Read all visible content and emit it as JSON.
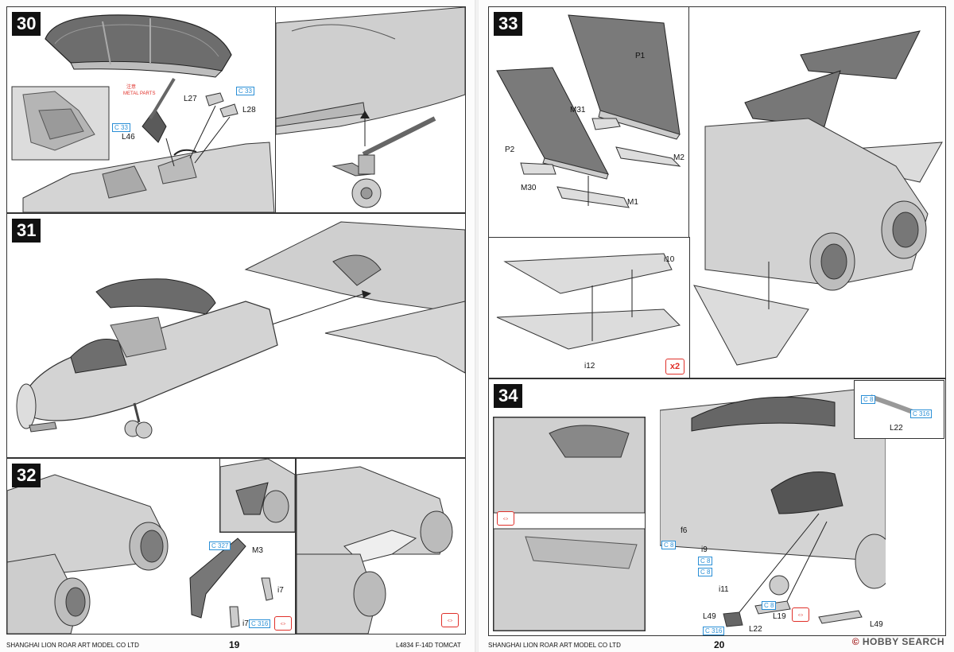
{
  "left_page": {
    "page_number": "19",
    "footer_left": "SHANGHAI LION ROAR ART MODEL CO LTD",
    "footer_right": "L4834 F-14D TOMCAT",
    "steps": {
      "s30": {
        "number": "30",
        "labels": {
          "metal_parts": "METAL PARTS",
          "metal_parts_cn": "注意",
          "c33a": "C 33",
          "c33b": "C 33",
          "l27": "L27",
          "l28": "L28",
          "l46": "L46"
        }
      },
      "s31": {
        "number": "31"
      },
      "s32": {
        "number": "32",
        "labels": {
          "c327": "C 327",
          "m3": "M3",
          "i7a": "i7",
          "i7b": "i7",
          "c316": "C 316"
        }
      }
    }
  },
  "right_page": {
    "page_number": "20",
    "footer_left": "SHANGHAI LION ROAR ART MODEL CO LTD",
    "watermark_brand": "HOBBY SEARCH",
    "watermark_prefix": "©",
    "steps": {
      "s33": {
        "number": "33",
        "labels": {
          "p1": "P1",
          "p2": "P2",
          "m31": "M31",
          "m30": "M30",
          "m2": "M2",
          "m1": "M1",
          "i10": "i10",
          "i12": "i12",
          "x2": "x2"
        }
      },
      "s34": {
        "number": "34",
        "labels": {
          "c8a": "C 8",
          "c8b": "C 8",
          "c8c": "C 8",
          "c8d": "C 8",
          "c8e": "C 8",
          "c316a": "C 316",
          "c316b": "C 316",
          "f6": "f6",
          "i9": "i9",
          "i11": "i11",
          "l49a": "L49",
          "l49b": "L49",
          "l19": "L19",
          "l22a": "L22",
          "l22b": "L22"
        }
      }
    }
  }
}
